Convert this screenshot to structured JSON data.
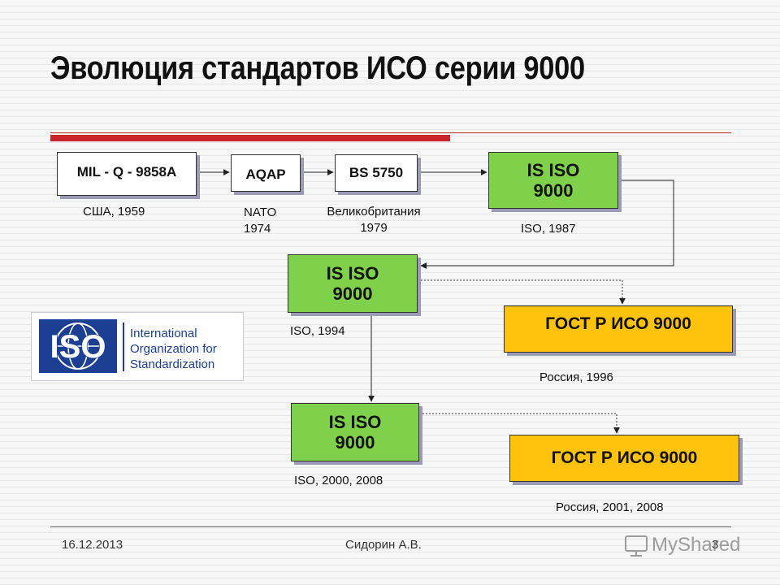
{
  "title": "Эволюция стандартов ИСО серии 9000",
  "boxes": {
    "mil": {
      "text": "MIL - Q - 9858A",
      "caption": "США, 1959"
    },
    "aqap": {
      "text": "AQAP",
      "caption_line1": "NATO",
      "caption_line2": "1974"
    },
    "bs": {
      "text": "BS 5750",
      "caption_line1": "Великобритания",
      "caption_line2": "1979"
    },
    "iso87": {
      "line1": "IS ISO",
      "line2": "9000",
      "caption": "ISO, 1987"
    },
    "iso94": {
      "line1": "IS ISO",
      "line2": "9000",
      "caption": "ISO, 1994"
    },
    "gost96": {
      "text": "ГОСТ Р ИСО 9000",
      "caption": "Россия, 1996"
    },
    "iso2000": {
      "line1": "IS ISO",
      "line2": "9000",
      "caption": "ISO, 2000, 2008"
    },
    "gost2001": {
      "text": "ГОСТ Р ИСО 9000",
      "caption": "Россия, 2001, 2008"
    }
  },
  "iso_logo": {
    "mark": "ISO",
    "line1": "International",
    "line2": "Organization for",
    "line3": "Standardization",
    "color": "#1c3f94"
  },
  "footer": {
    "date": "16.12.2013",
    "author": "Сидорин А.В.",
    "page": "3",
    "watermark": "MyShared"
  },
  "colors": {
    "title_rule": "#c9262b",
    "green_box": "#7fd14c",
    "orange_box": "#ffc20d",
    "box_shadow": "#9b9bb5"
  }
}
